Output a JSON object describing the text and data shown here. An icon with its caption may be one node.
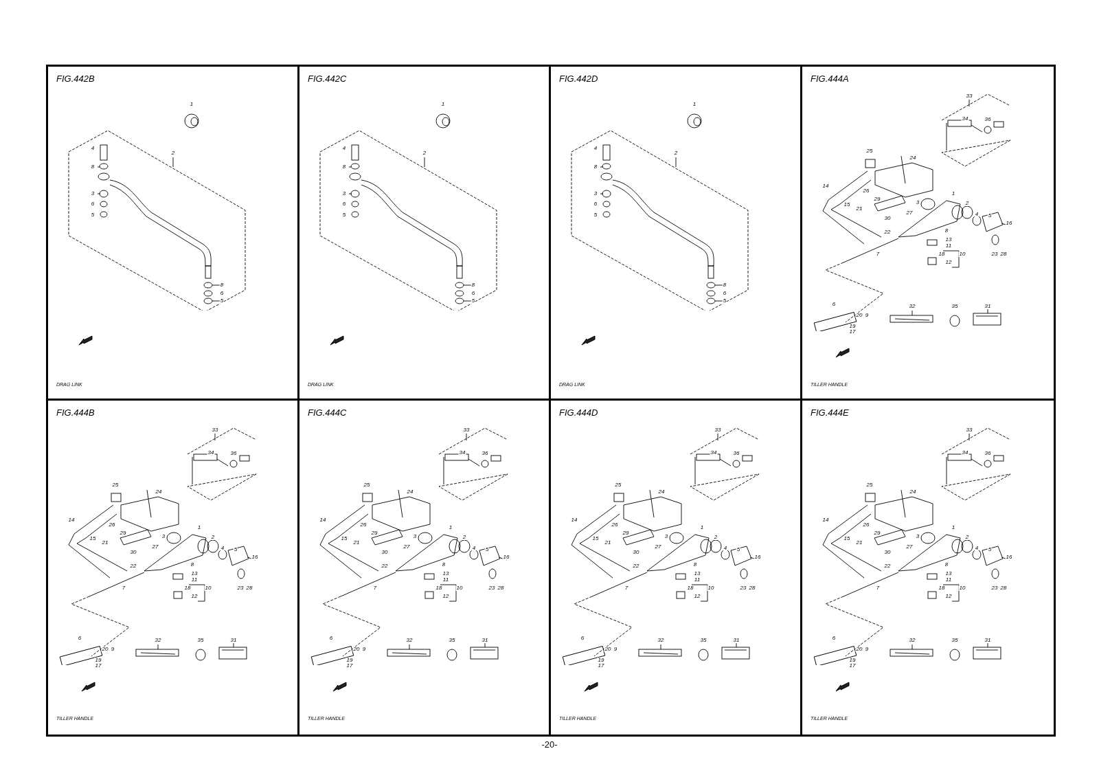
{
  "diagram": {
    "nodes": [
      {
        "text": [
          "FIG.442B",
          "DRAG LINK"
        ]
      },
      {
        "text": [
          "FIG.442C",
          "DRAG LINK"
        ]
      },
      {
        "text": [
          "FIG.442D",
          "DRAG LINK"
        ]
      },
      {
        "text": [
          "FIG.444A",
          "TILLER HANDLE"
        ]
      },
      {
        "text": [
          "FIG.444B",
          "TILLER HANDLE"
        ]
      },
      {
        "text": [
          "FIG.444C",
          "TILLER HANDLE"
        ]
      },
      {
        "text": [
          "FIG.444D",
          "TILLER HANDLE"
        ]
      },
      {
        "text": [
          "FIG.444E",
          "TILLER HANDLE"
        ]
      }
    ],
    "labels": [
      "1",
      "4",
      "2",
      "8",
      "3",
      "6",
      "5",
      "8",
      "6",
      "5",
      "1",
      "4",
      "2",
      "8",
      "3",
      "6",
      "5",
      "8",
      "6",
      "5",
      "1",
      "4",
      "2",
      "8",
      "3",
      "6",
      "5",
      "8",
      "6",
      "5",
      "33",
      "34",
      "36",
      "25",
      "24",
      "14",
      "26",
      "1",
      "29",
      "3",
      "2",
      "15",
      "21",
      "27",
      "4",
      "5",
      "30",
      "16",
      "8",
      "22",
      "13",
      "11",
      "7",
      "18",
      "10",
      "23",
      "28",
      "12",
      "6",
      "32",
      "35",
      "31",
      "20",
      "9",
      "19",
      "17",
      "33",
      "34",
      "36",
      "25",
      "24",
      "14",
      "26",
      "1",
      "29",
      "3",
      "2",
      "15",
      "21",
      "27",
      "4",
      "5",
      "30",
      "16",
      "8",
      "22",
      "13",
      "11",
      "7",
      "18",
      "10",
      "23",
      "28",
      "12",
      "6",
      "32",
      "35",
      "31",
      "20",
      "9",
      "19",
      "17",
      "33",
      "34",
      "36",
      "25",
      "24",
      "14",
      "26",
      "1",
      "29",
      "3",
      "2",
      "15",
      "21",
      "27",
      "4",
      "5",
      "30",
      "16",
      "8",
      "22",
      "13",
      "11",
      "7",
      "18",
      "10",
      "23",
      "28",
      "12",
      "6",
      "32",
      "35",
      "31",
      "20",
      "9",
      "19",
      "17",
      "33",
      "34",
      "36",
      "25",
      "24",
      "14",
      "26",
      "1",
      "29",
      "3",
      "2",
      "15",
      "21",
      "27",
      "4",
      "5",
      "30",
      "16",
      "8",
      "22",
      "13",
      "11",
      "7",
      "18",
      "10",
      "23",
      "28",
      "12",
      "6",
      "32",
      "35",
      "31",
      "20",
      "9",
      "19",
      "17",
      "33",
      "34",
      "36",
      "25",
      "24",
      "14",
      "26",
      "1",
      "29",
      "3",
      "2",
      "15",
      "21",
      "27",
      "4",
      "5",
      "30",
      "16",
      "8",
      "22",
      "13",
      "11",
      "7",
      "18",
      "10",
      "23",
      "28",
      "12",
      "6",
      "32",
      "35",
      "31",
      "20",
      "9",
      "19",
      "17",
      "-20-"
    ]
  }
}
